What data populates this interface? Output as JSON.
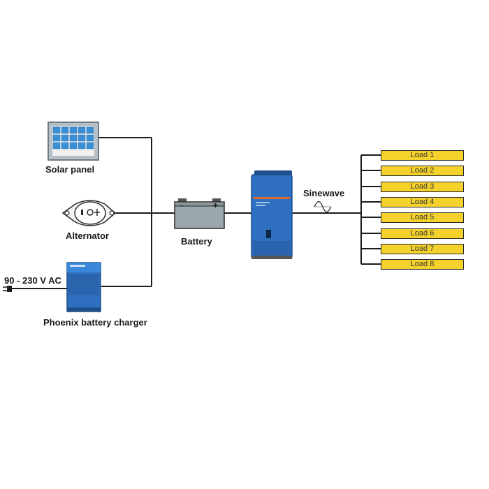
{
  "labels": {
    "solar_panel": "Solar panel",
    "alternator": "Alternator",
    "battery": "Battery",
    "sinewave": "Sinewave",
    "ac_input": "90 - 230 V AC",
    "charger": "Phoenix battery charger",
    "battery_minus": "-",
    "battery_plus": "+"
  },
  "loads": [
    "Load 1",
    "Load 2",
    "Load 3",
    "Load 4",
    "Load 5",
    "Load 6",
    "Load 7",
    "Load 8"
  ],
  "colors": {
    "wire": "#1c1c1c",
    "load_fill": "#f5d22b",
    "victron_blue": "#2f6fbf",
    "solar_cell": "#3a8fd6",
    "battery_fill": "#9aa7ad"
  }
}
